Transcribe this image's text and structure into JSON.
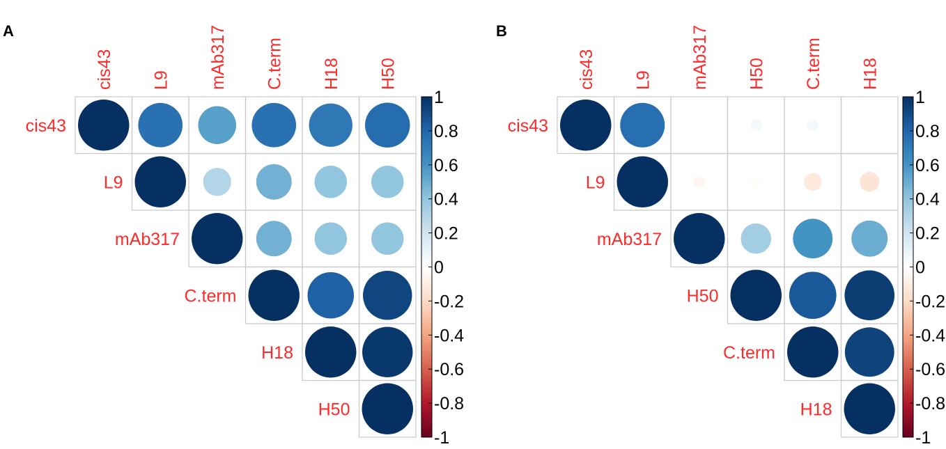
{
  "colors": {
    "label": "#ff2a2a",
    "grid": "#c8c8c8",
    "tick": "#000000"
  },
  "colorbar": {
    "ticks": [
      "1",
      "0.8",
      "0.6",
      "0.4",
      "0.2",
      "0",
      "-0.2",
      "-0.4",
      "-0.6",
      "-0.8",
      "-1"
    ],
    "stops": [
      {
        "v": -1.0,
        "color": "#67001f"
      },
      {
        "v": -0.8,
        "color": "#b2182b"
      },
      {
        "v": -0.6,
        "color": "#d6604d"
      },
      {
        "v": -0.4,
        "color": "#f4a582"
      },
      {
        "v": -0.2,
        "color": "#fddbc7"
      },
      {
        "v": 0.0,
        "color": "#ffffff"
      },
      {
        "v": 0.2,
        "color": "#d1e5f0"
      },
      {
        "v": 0.4,
        "color": "#92c5de"
      },
      {
        "v": 0.6,
        "color": "#4393c3"
      },
      {
        "v": 0.8,
        "color": "#2166ac"
      },
      {
        "v": 1.0,
        "color": "#053061"
      }
    ]
  },
  "chart_data": [
    {
      "type": "heatmap",
      "panel_label": "A",
      "variables": [
        "cis43",
        "L9",
        "mAb317",
        "C.term",
        "H18",
        "H50"
      ],
      "upper_triangle": true,
      "value_range": [
        -1,
        1
      ],
      "matrix": [
        [
          1.0,
          0.75,
          0.55,
          0.75,
          0.72,
          0.77
        ],
        [
          null,
          1.0,
          0.3,
          0.48,
          0.4,
          0.4
        ],
        [
          null,
          null,
          1.0,
          0.48,
          0.4,
          0.4
        ],
        [
          null,
          null,
          null,
          1.0,
          0.82,
          0.92
        ],
        [
          null,
          null,
          null,
          null,
          1.0,
          0.97
        ],
        [
          null,
          null,
          null,
          null,
          null,
          1.0
        ]
      ]
    },
    {
      "type": "heatmap",
      "panel_label": "B",
      "variables": [
        "cis43",
        "L9",
        "mAb317",
        "H50",
        "C.term",
        "H18"
      ],
      "upper_triangle": true,
      "value_range": [
        -1,
        1
      ],
      "matrix": [
        [
          1.0,
          0.76,
          0.0,
          0.05,
          0.05,
          0.0
        ],
        [
          null,
          1.0,
          -0.05,
          -0.02,
          -0.12,
          -0.15
        ],
        [
          null,
          null,
          1.0,
          0.35,
          0.6,
          0.5
        ],
        [
          null,
          null,
          null,
          1.0,
          0.85,
          0.95
        ],
        [
          null,
          null,
          null,
          null,
          1.0,
          0.93
        ],
        [
          null,
          null,
          null,
          null,
          null,
          1.0
        ]
      ]
    }
  ]
}
